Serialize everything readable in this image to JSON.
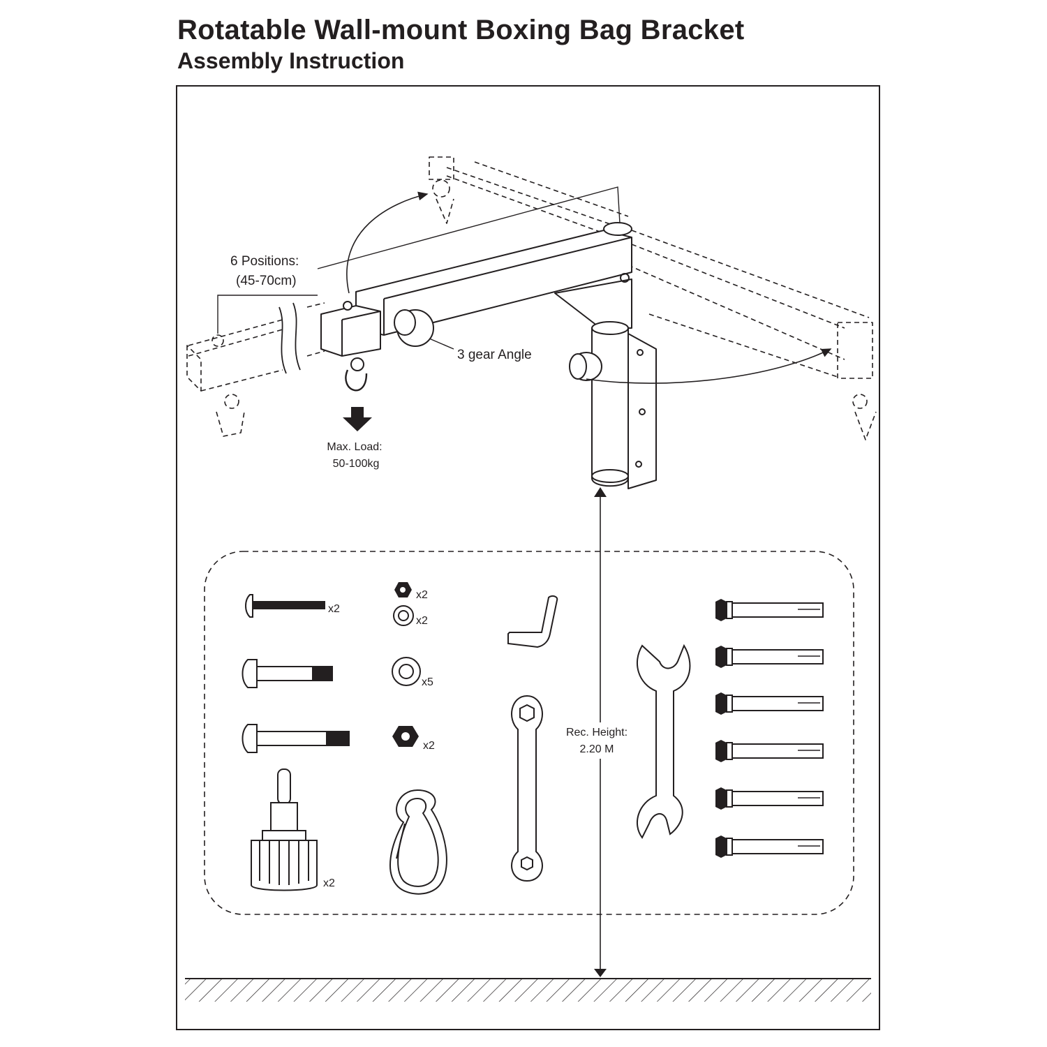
{
  "header": {
    "title": "Rotatable Wall-mount Boxing Bag Bracket",
    "subtitle": "Assembly Instruction"
  },
  "callouts": {
    "positions_line1": "6 Positions:",
    "positions_line2": "(45-70cm)",
    "gear_angle": "3 gear Angle",
    "max_load_line1": "Max. Load:",
    "max_load_line2": "50-100kg",
    "rec_height_line1": "Rec. Height:",
    "rec_height_line2": "2.20 M"
  },
  "parts": {
    "long_bolt_qty": "x2",
    "hex_nut_small_qty": "x2",
    "washer_small_qty": "x2",
    "washer_large_qty": "x5",
    "hex_nut_large_qty": "x2",
    "knob_qty": "x2"
  }
}
